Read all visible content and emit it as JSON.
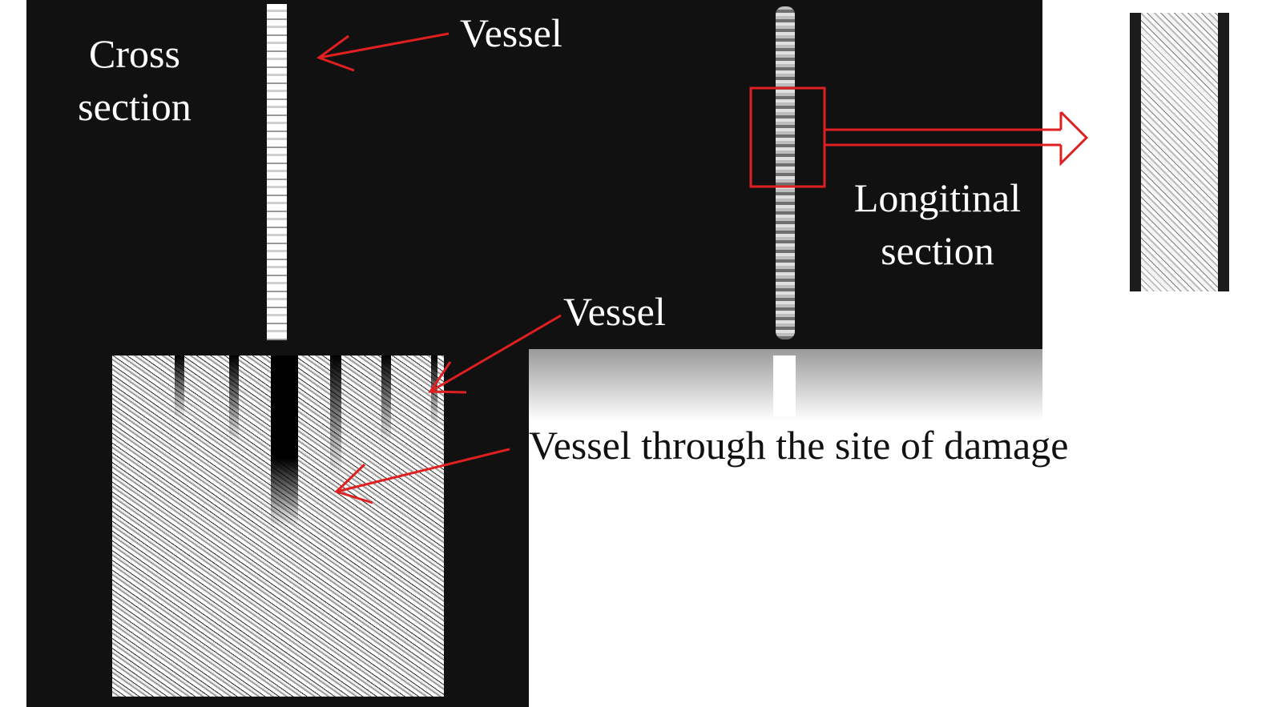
{
  "labels": {
    "cross_section": "Cross\nsection",
    "vessel_top": "Vessel",
    "longitudinal_section": "Longitinal\nsection",
    "vessel_bottom": "Vessel",
    "vessel_damage": "Vessel through the site of damage"
  },
  "colors": {
    "arrow": "#e02020",
    "background_dark": "#111111",
    "background_light": "#ffffff"
  }
}
